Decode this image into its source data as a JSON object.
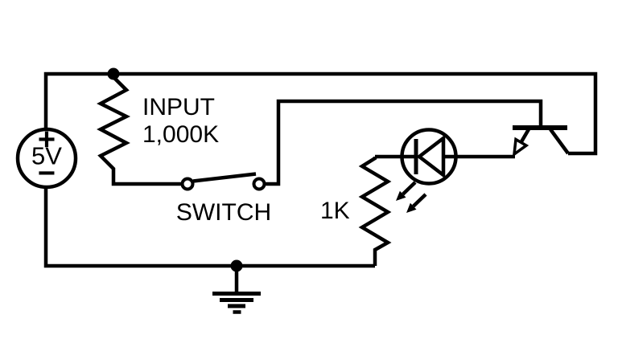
{
  "diagram": {
    "kind": "circuit-schematic",
    "background_color": "#ffffff",
    "line_color": "#000000",
    "voltage_source": {
      "value": "5V",
      "plus_mark": "+",
      "minus_mark": "−"
    },
    "input_resistor": {
      "name": "INPUT",
      "value": "1,000K"
    },
    "switch": {
      "label": "SWITCH",
      "state": "open"
    },
    "led_resistor": {
      "value": "1K"
    },
    "components": [
      {
        "name": "voltage-source",
        "kind": "dc-source-circle"
      },
      {
        "name": "input-resistor",
        "kind": "resistor-zigzag"
      },
      {
        "name": "switch",
        "kind": "spst-switch-open"
      },
      {
        "name": "led-resistor",
        "kind": "resistor-zigzag"
      },
      {
        "name": "led",
        "kind": "led-circle-with-emission-arrows"
      },
      {
        "name": "transistor",
        "kind": "transistor-with-emitter-arrow"
      },
      {
        "name": "ground",
        "kind": "earth-ground"
      }
    ]
  }
}
